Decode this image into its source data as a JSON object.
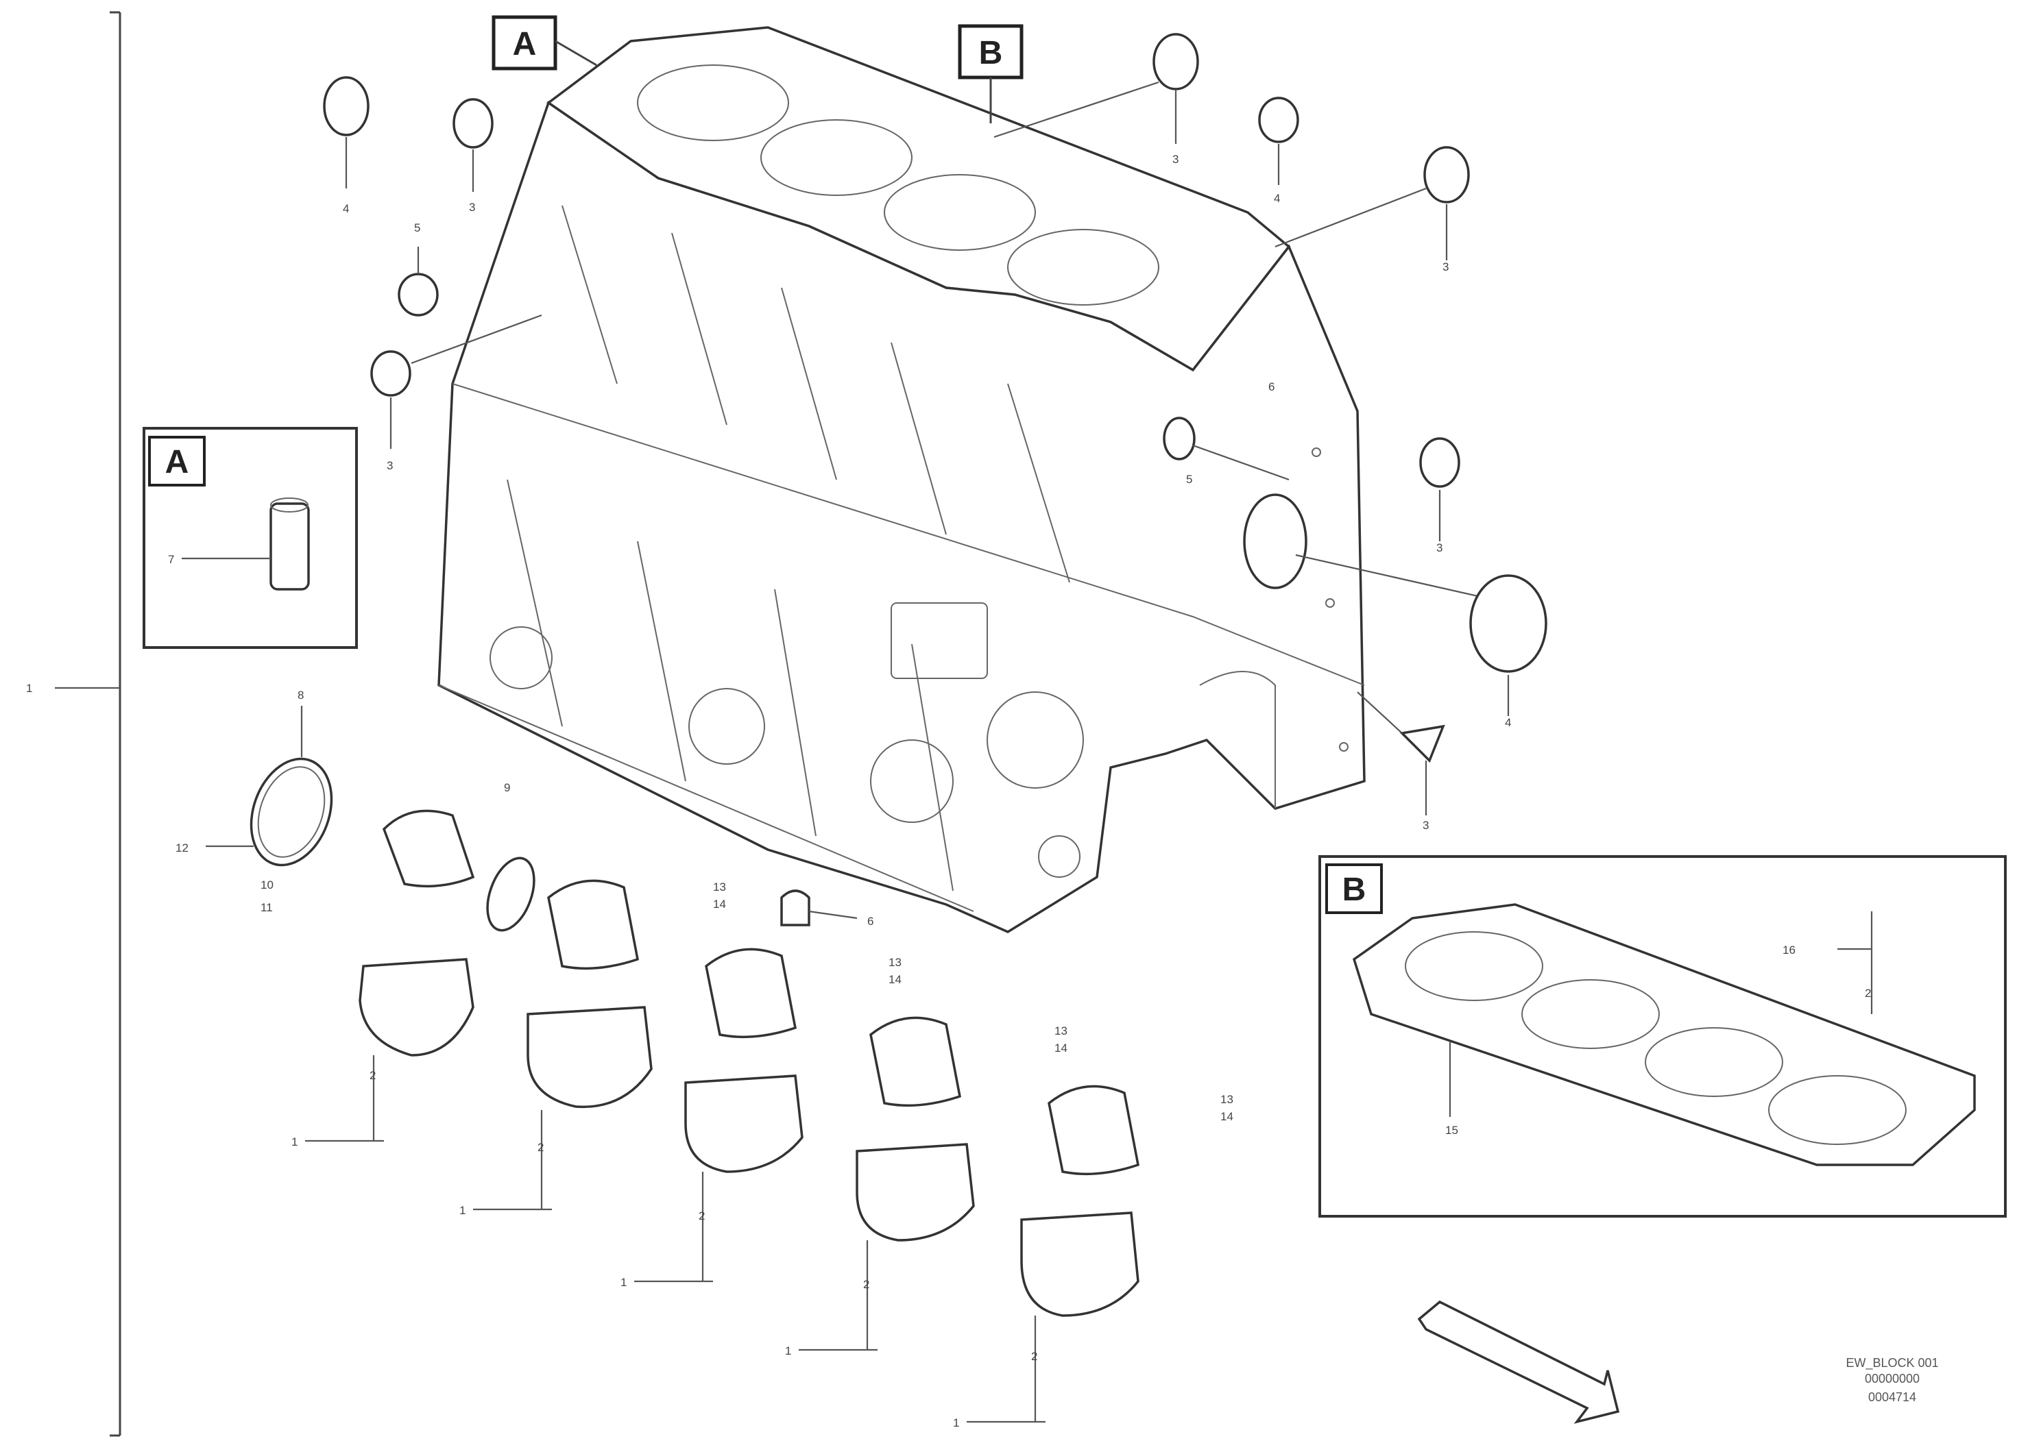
{
  "diagram": {
    "view_tags": {
      "a": "A",
      "b": "B"
    },
    "callouts": {
      "c1": "4",
      "c2": "3",
      "c3": "5",
      "c4": "3",
      "c5": "3",
      "c6": "4",
      "c7": "3",
      "c8": "7",
      "c9": "1",
      "c10": "8",
      "c11": "12",
      "c12": "10",
      "c13": "11",
      "c14": "9",
      "c15": "13",
      "c16": "14",
      "c17": "13",
      "c18": "14",
      "c19": "13",
      "c20": "14",
      "c21": "13",
      "c22": "14",
      "c23": "6",
      "c24": "5",
      "c25": "3",
      "c26": "4",
      "c27": "3",
      "c28": "6",
      "c29": "16",
      "c30": "15",
      "c31": "2",
      "c32": "2",
      "c33": "2",
      "c34": "2",
      "c35": "2",
      "c36": "2",
      "c37": "1",
      "c38": "1",
      "c39": "1",
      "c40": "1",
      "c41": "1"
    },
    "reference": {
      "line1": "EW_BLOCK 001",
      "line2": "00000000",
      "line3": "0004714"
    }
  },
  "colors": {
    "line": "#444444",
    "background": "#ffffff"
  }
}
